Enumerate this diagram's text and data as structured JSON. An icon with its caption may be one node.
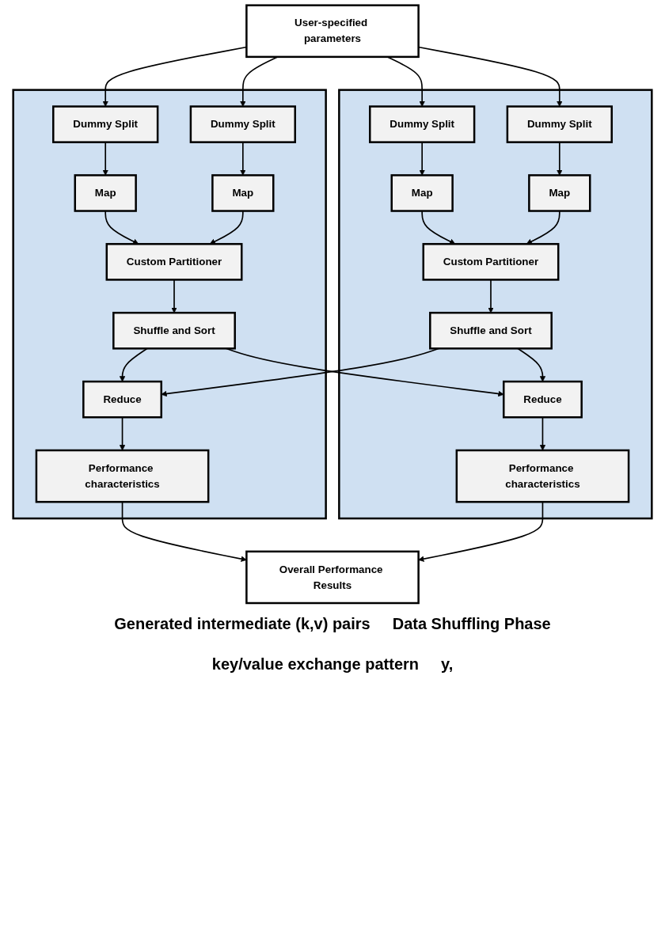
{
  "diagram": {
    "nodes": [
      {
        "text": [
          "User-specified parameters"
        ]
      },
      {
        "text": [],
        "shape": "box"
      },
      {
        "text": [
          "Dummy Split"
        ],
        "in": 1
      },
      {
        "text": [
          "Dummy Split"
        ],
        "in": 1
      },
      {
        "text": [
          "Map"
        ],
        "in": 1
      },
      {
        "text": [
          "Map"
        ],
        "in": 1
      },
      {
        "text": [
          "Custom Partitioner"
        ],
        "in": 1
      },
      {
        "text": [
          "Shuffle and Sort"
        ],
        "in": 1
      },
      {
        "text": [
          "Reduce"
        ],
        "in": 1
      },
      {
        "text": [
          "Performance characteristics"
        ],
        "in": 1
      },
      {
        "text": [],
        "shape": "box"
      },
      {
        "text": [
          "Dummy Split"
        ],
        "in": 10
      },
      {
        "text": [
          "Dummy Split"
        ],
        "in": 10
      },
      {
        "text": [
          "Map"
        ],
        "in": 10
      },
      {
        "text": [
          "Map"
        ],
        "in": 10
      },
      {
        "text": [
          "Custom Partitioner"
        ],
        "in": 10
      },
      {
        "text": [
          "Shuffle and Sort"
        ],
        "in": 10
      },
      {
        "text": [
          "Reduce"
        ],
        "in": 10
      },
      {
        "text": [
          "Performance characteristics"
        ],
        "in": 10
      },
      {
        "text": [
          "Overall Performance Results"
        ]
      }
    ],
    "edges": [
      {
        "from": 0,
        "to": 2,
        "arrow": "to"
      },
      {
        "from": 0,
        "to": 3,
        "arrow": "to"
      },
      {
        "from": 0,
        "to": 11,
        "arrow": "to"
      },
      {
        "from": 0,
        "to": 12,
        "arrow": "to"
      },
      {
        "from": 2,
        "to": 4,
        "arrow": "to"
      },
      {
        "from": 3,
        "to": 5,
        "arrow": "to"
      },
      {
        "from": 11,
        "to": 13,
        "arrow": "to"
      },
      {
        "from": 12,
        "to": 14,
        "arrow": "to"
      },
      {
        "from": 4,
        "to": 6,
        "arrow": "to"
      },
      {
        "from": 5,
        "to": 6,
        "arrow": "to"
      },
      {
        "from": 13,
        "to": 15,
        "arrow": "to"
      },
      {
        "from": 14,
        "to": 15,
        "arrow": "to"
      },
      {
        "from": 6,
        "to": 7,
        "arrow": "to"
      },
      {
        "from": 15,
        "to": 16,
        "arrow": "to"
      },
      {
        "from": 7,
        "to": 8,
        "arrow": "to"
      },
      {
        "from": 7,
        "to": 17,
        "arrow": "to"
      },
      {
        "from": 16,
        "to": 8,
        "arrow": "to"
      },
      {
        "from": 16,
        "to": 17,
        "arrow": "to"
      },
      {
        "from": 8,
        "to": 9,
        "arrow": "to"
      },
      {
        "from": 17,
        "to": 18,
        "arrow": "to"
      },
      {
        "from": 9,
        "to": 19,
        "arrow": "to"
      },
      {
        "from": 18,
        "to": 19,
        "arrow": "to"
      }
    ],
    "labels": [
      "Generated intermediate (k,v) pairs",
      "Data Shuffling Phase",
      "key/value exchange pattern",
      "y,"
    ]
  }
}
